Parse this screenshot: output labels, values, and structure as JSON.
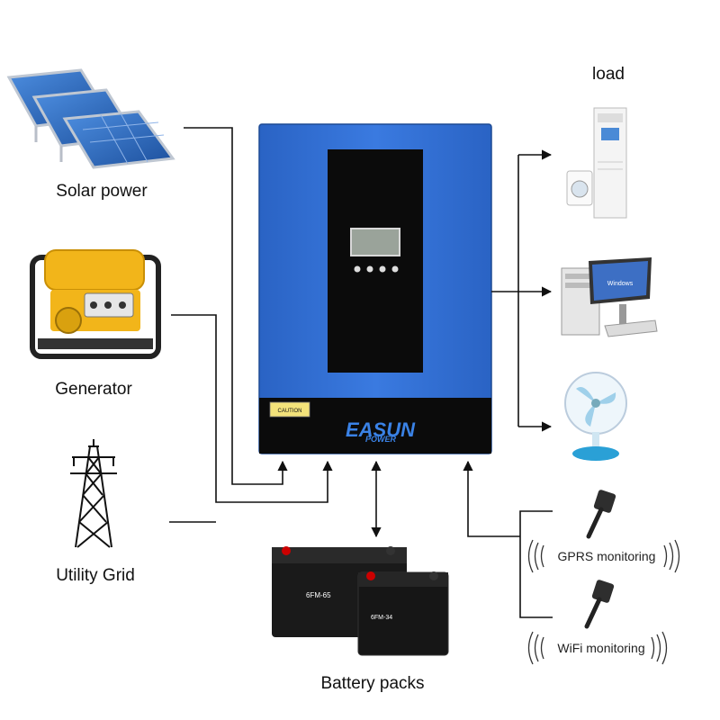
{
  "sources": {
    "solar_label": "Solar power",
    "generator_label": "Generator",
    "grid_label": "Utility Grid"
  },
  "load": {
    "title": "load",
    "monitor_screen_text": "Windows"
  },
  "inverter": {
    "brand_top": "EASUN",
    "brand_bottom": "POWER",
    "caution_text": "CAUTION"
  },
  "battery": {
    "label": "Battery packs",
    "model_1": "6FM-65",
    "model_2": "6FM-34"
  },
  "monitoring": {
    "gprs_label": "GPRS monitoring",
    "wifi_label": "WiFi monitoring"
  },
  "colors": {
    "inverter_blue": "#2f6fd6",
    "panel_black": "#0b0b0b",
    "wire": "#111111",
    "generator_yellow": "#f2b51a",
    "solar_cell": "#2b6fc7"
  }
}
